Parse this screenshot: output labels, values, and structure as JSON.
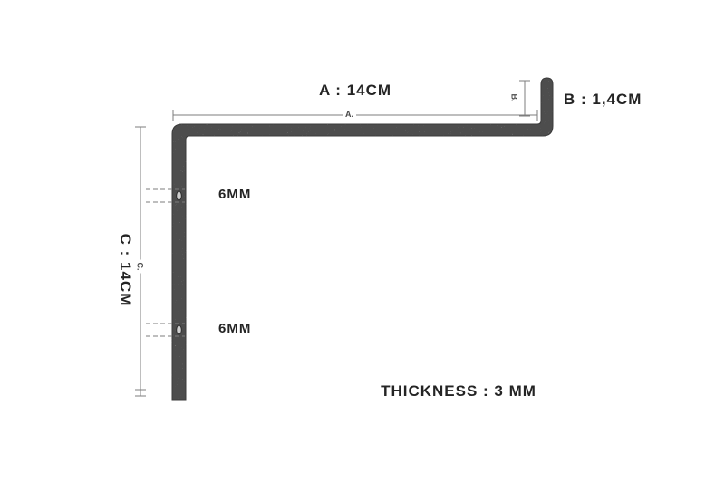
{
  "product_diagram": {
    "dimension_a": {
      "label": "A : 14CM",
      "tick_label": "A."
    },
    "dimension_b": {
      "label": "B : 1,4CM",
      "tick_label": "B."
    },
    "dimension_c": {
      "label": "C : 14CM",
      "tick_label": "C."
    },
    "hole_top_label": "6MM",
    "hole_bottom_label": "6MM",
    "thickness_label": "THICKNESS : 3 MM"
  },
  "colors": {
    "background": "#ffffff",
    "bracket_fill": "#4e4e4e",
    "bracket_outline": "#3a3a3a",
    "hole_fill": "#cfcfcf",
    "dimension_line": "#7d7d7d",
    "text": "#242424"
  }
}
